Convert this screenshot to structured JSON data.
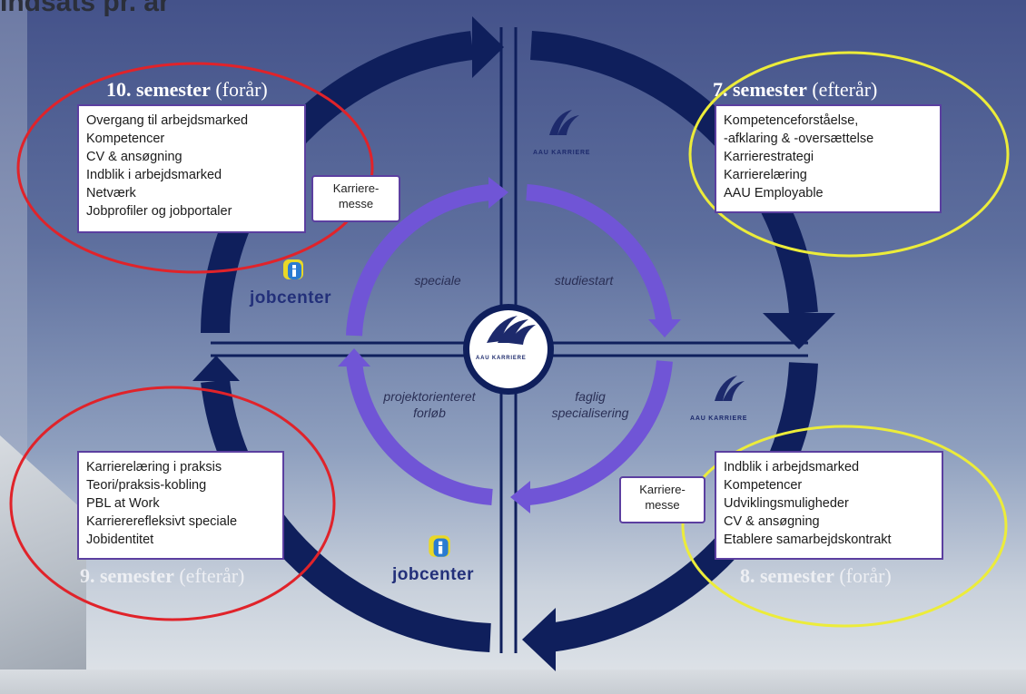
{
  "header": {
    "title": "Indsats pr. år"
  },
  "semesters": {
    "s10": {
      "label": "10. semester",
      "season": "(forår)"
    },
    "s7": {
      "label": "7. semester",
      "season": "(efterår)"
    },
    "s9": {
      "label": "9. semester",
      "season": "(efterår)"
    },
    "s8": {
      "label": "8. semester",
      "season": "(forår)"
    }
  },
  "boxes": {
    "s10": [
      "Overgang til arbejdsmarked",
      "Kompetencer",
      "CV & ansøgning",
      "Indblik i arbejdsmarked",
      "Netværk",
      "Jobprofiler og jobportaler"
    ],
    "s7": [
      "Kompetenceforståelse,",
      "-afklaring & -oversættelse",
      "Karrierestrategi",
      "Karrierelæring",
      "AAU Employable"
    ],
    "s9": [
      "Karrierelæring i praksis",
      "Teori/praksis-kobling",
      "PBL at Work",
      "Karriererefleksivt speciale",
      "Jobidentitet"
    ],
    "s8": [
      "Indblik i arbejdsmarked",
      "Kompetencer",
      "Udviklingsmuligheder",
      "CV & ansøgning",
      "Etablere samarbejdskontrakt"
    ]
  },
  "messe": {
    "top": [
      "Karriere-",
      "messe"
    ],
    "bottom": [
      "Karriere-",
      "messe"
    ]
  },
  "phases": {
    "speciale": "speciale",
    "studiestart": "studiestart",
    "projekt": [
      "projektorienteret",
      "forløb"
    ],
    "faglig": [
      "faglig",
      "specialisering"
    ]
  },
  "brands": {
    "jobcenter": "jobcenter",
    "aau": "AAU KARRIERE"
  },
  "colors": {
    "outer_ring": "#0f1f5c",
    "inner_ring": "#7055d6",
    "box_border": "#5b3fa0",
    "highlight_red": "#e0232a",
    "highlight_yellow": "#ecec3a"
  }
}
